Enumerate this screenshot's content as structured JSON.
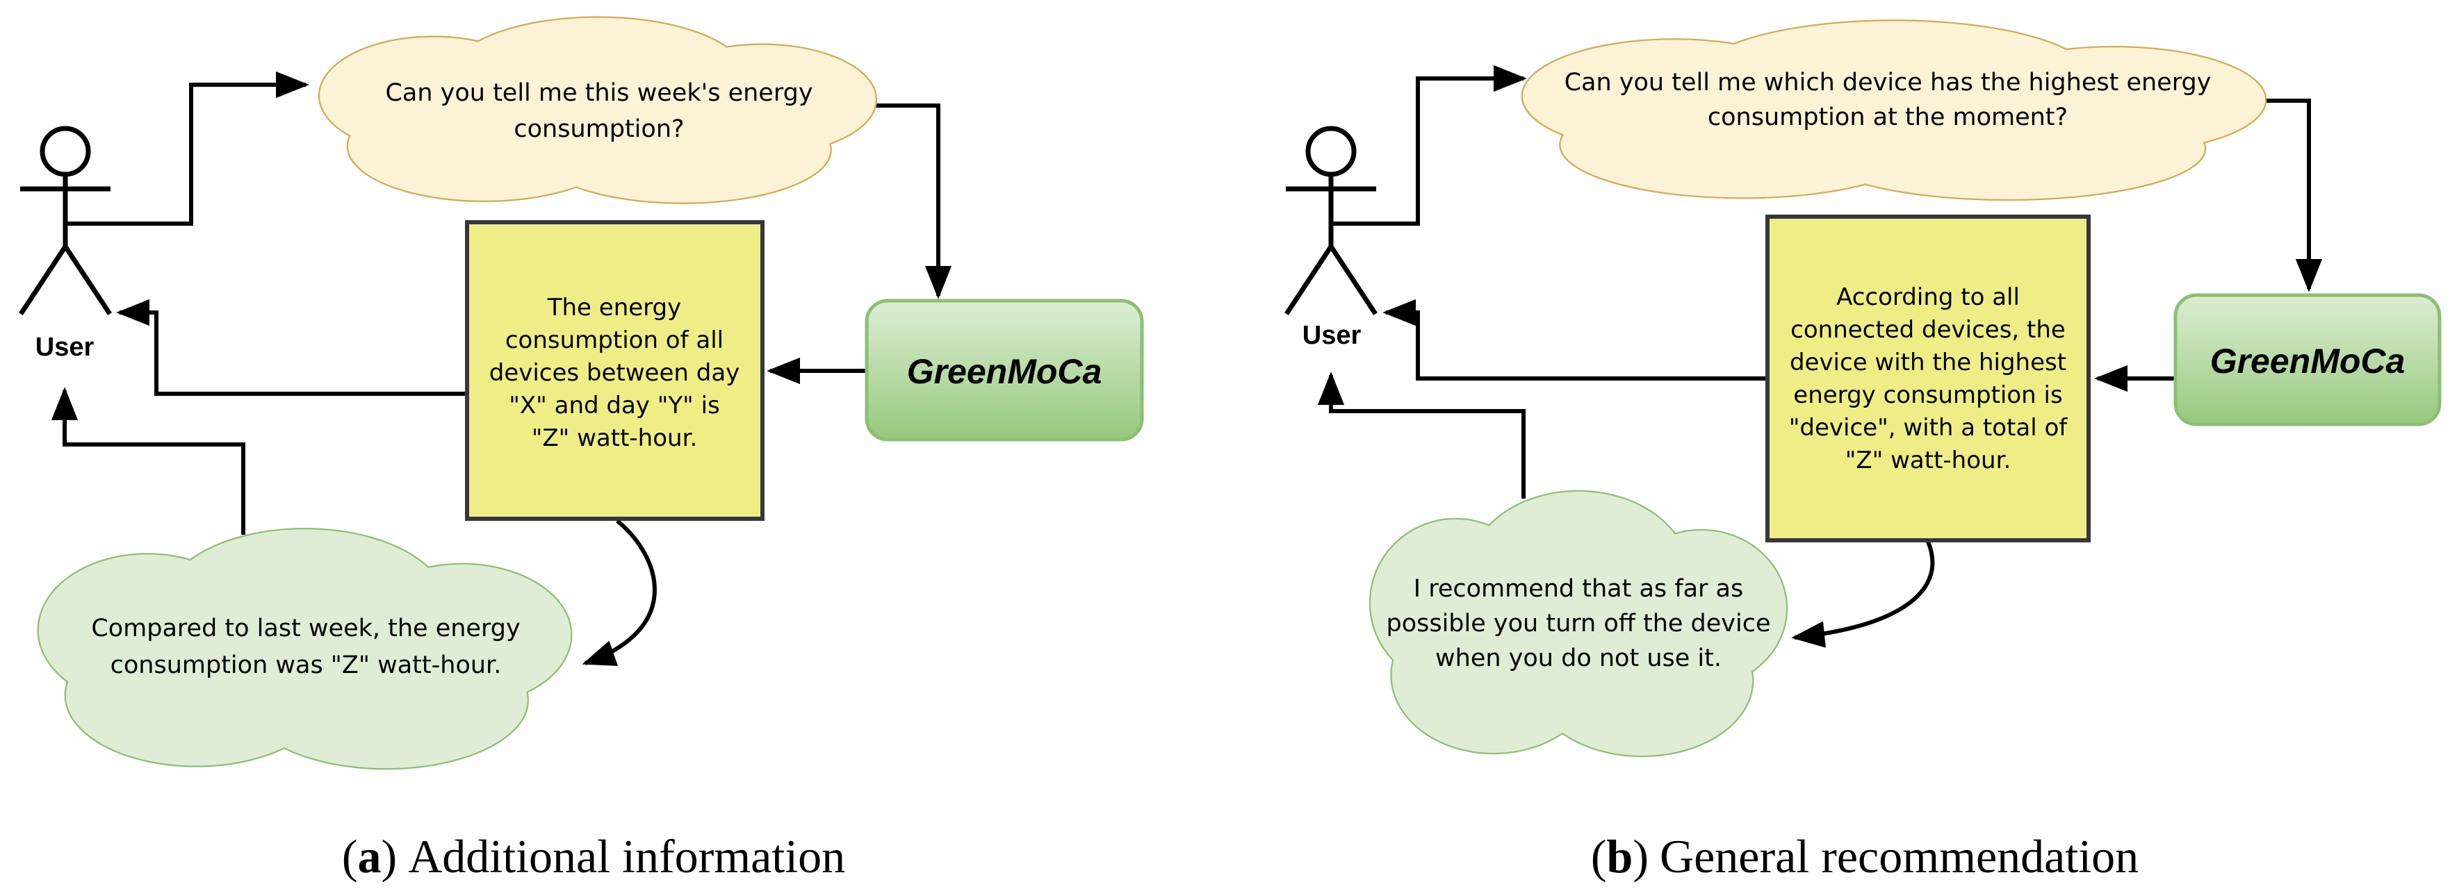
{
  "figure": {
    "colors": {
      "request_cloud_fill": "#FCF2D6",
      "request_cloud_border": "#D0AC55",
      "response_box_fill": "#EFEE86",
      "response_box_border": "#35373C",
      "system_box_top": "#DCEED2",
      "system_box_bottom": "#97C97E",
      "system_box_border": "#8CBF74",
      "recommendation_cloud_fill": "#DFEDD6",
      "recommendation_cloud_border": "#8FBE75",
      "connector_color": "#000000"
    },
    "caption_format": {
      "open": "(",
      "close": ")"
    },
    "panels": [
      {
        "caption_letter": "a",
        "caption_text": "Additional information",
        "actor_label": "User",
        "system_label": "GreenMoCa",
        "request_cloud": {
          "lines": [
            "Can you tell me this week's energy",
            "consumption?"
          ]
        },
        "response_box": {
          "lines": [
            "The energy",
            "consumption of all",
            "devices between day",
            "\"X\" and day \"Y\" is",
            "\"Z\" watt-hour."
          ]
        },
        "recommendation_cloud": {
          "lines": [
            "Compared to last week, the energy",
            "consumption was \"Z\" watt-hour."
          ]
        }
      },
      {
        "caption_letter": "b",
        "caption_text": "General recommendation",
        "actor_label": "User",
        "system_label": "GreenMoCa",
        "request_cloud": {
          "lines": [
            "Can you tell me which device has the highest energy",
            "consumption at the moment?"
          ]
        },
        "response_box": {
          "lines": [
            "According to all",
            "connected devices, the",
            "device with the highest",
            "energy consumption is",
            "\"device\", with a total of",
            "\"Z\" watt-hour."
          ]
        },
        "recommendation_cloud": {
          "lines": [
            "I recommend that as far as",
            "possible you turn off the device",
            "when you do not use it."
          ]
        }
      }
    ]
  }
}
